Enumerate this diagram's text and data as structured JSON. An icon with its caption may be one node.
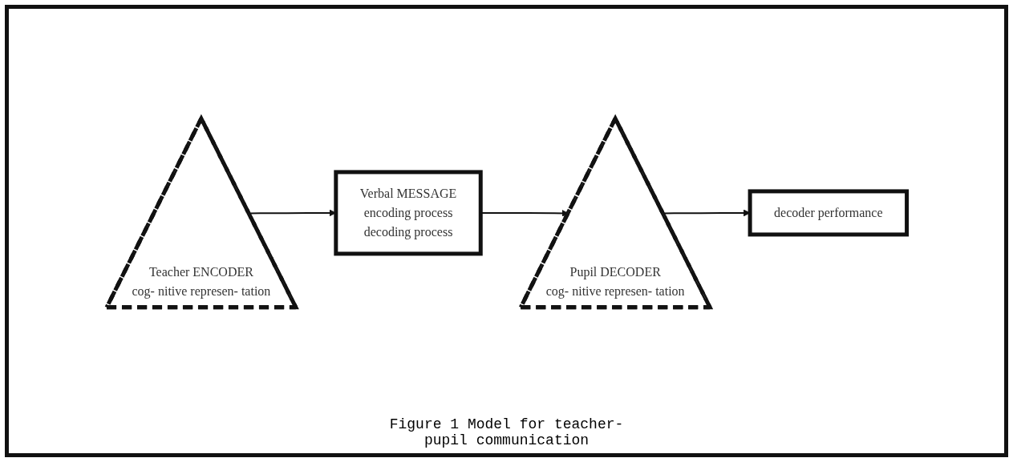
{
  "diagram": {
    "caption": "Figure 1 Model for teacher-pupil communication",
    "nodes": [
      {
        "text": [
          "Teacher ENCODER",
          "cog- nitive represen- tation"
        ]
      },
      {
        "text": [
          "Verbal MESSAGE",
          "encoding process",
          "decoding process"
        ]
      },
      {
        "text": [
          "Pupil DECODER",
          "cog- nitive represen- tation"
        ]
      },
      {
        "text": [
          "decoder performance"
        ]
      }
    ],
    "edges": [
      {
        "from": 0,
        "to": 1,
        "arrow": "to"
      },
      {
        "from": 1,
        "to": 2,
        "arrow": "to"
      },
      {
        "from": 2,
        "to": 3,
        "arrow": "to"
      }
    ]
  }
}
